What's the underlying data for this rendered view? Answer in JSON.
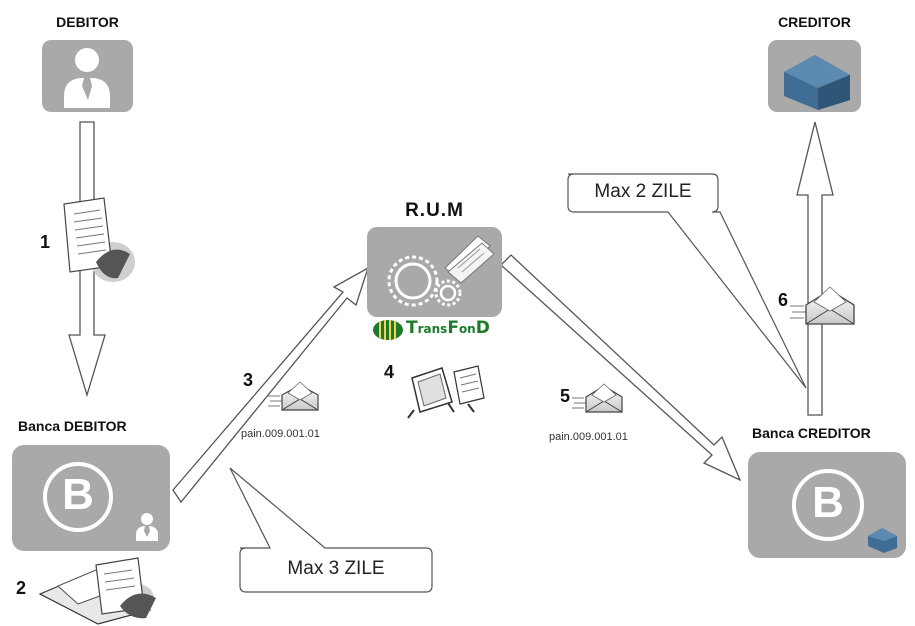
{
  "nodes": {
    "debitor": "DEBITOR",
    "creditor": "CREDITOR",
    "banca_debitor": "Banca DEBITOR",
    "banca_creditor": "Banca CREDITOR",
    "rum": "R.U.M",
    "bank_letter": "B"
  },
  "logo": {
    "t": "T",
    "rans": "rans",
    "f": "F",
    "on": "on",
    "d": "D"
  },
  "steps": [
    "1",
    "2",
    "3",
    "4",
    "5",
    "6"
  ],
  "messages": {
    "outgoing": "pain.009.001.01",
    "incoming": "pain.009.001.01"
  },
  "callouts": {
    "creditor_deadline": "Max 2 ZILE",
    "debitor_deadline": "Max 3 ZILE"
  },
  "colors": {
    "box": "#a9a9a9",
    "box_light": "#b5b5b5",
    "house": "#3f6d93",
    "logo_green": "#1d7a2a"
  }
}
